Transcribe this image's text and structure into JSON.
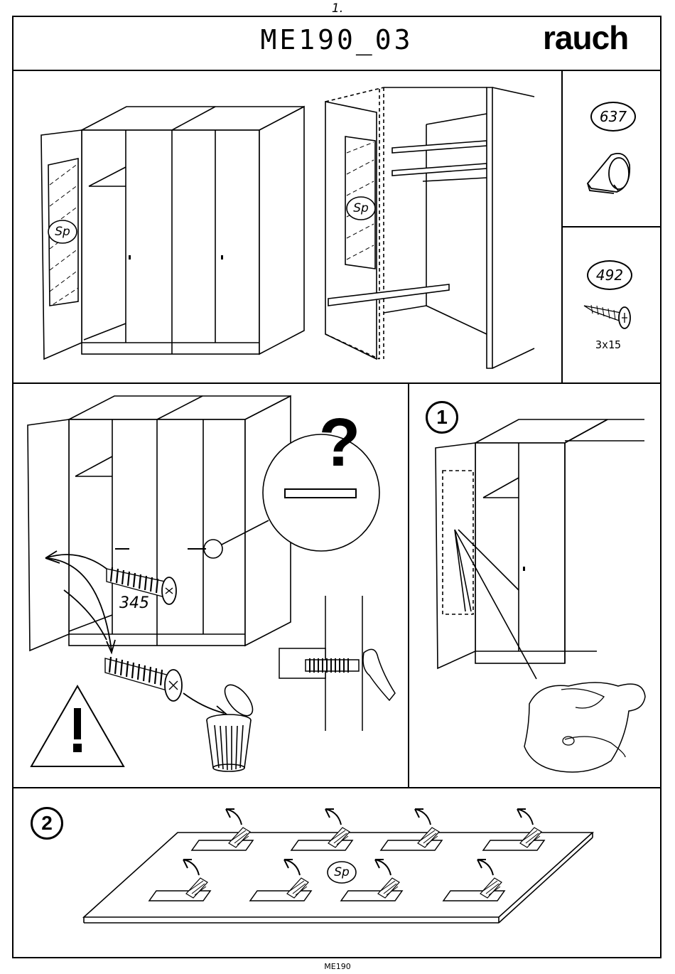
{
  "page_number": "1.",
  "header": {
    "title": "ME190_03",
    "brand": "rauch"
  },
  "parts": [
    {
      "id": "637",
      "icon": "cabinet-connector-icon"
    },
    {
      "id": "492",
      "icon": "screw-icon",
      "dimension": "3x15"
    }
  ],
  "labels": {
    "mirror": "Sp",
    "bolt_part": "345"
  },
  "steps": {
    "step1": "1",
    "step2": "2"
  },
  "footer": "ME190"
}
